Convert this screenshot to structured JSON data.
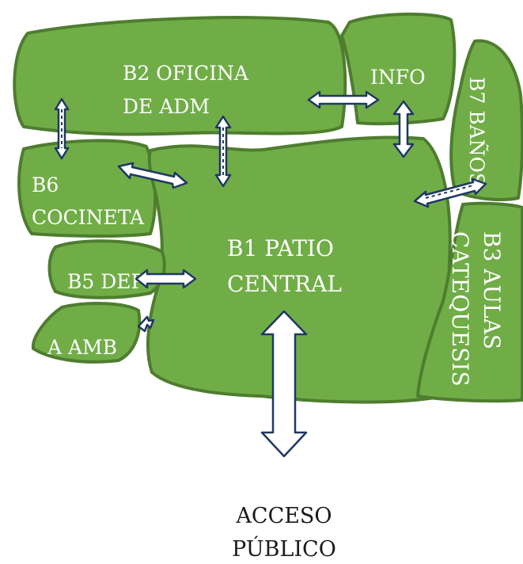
{
  "blocks": {
    "b2": {
      "line1": "B2 OFICINA",
      "line2": "DE ADM"
    },
    "info": {
      "label": "INFO"
    },
    "b7": {
      "label": "B7 BAÑOS"
    },
    "b6": {
      "line1": "B6",
      "line2": "COCINETA"
    },
    "b1": {
      "line1": "B1 PATIO",
      "line2": "CENTRAL"
    },
    "b5": {
      "label": "B5 DEP"
    },
    "b4": {
      "label": "A AMB"
    },
    "b3": {
      "line1": "B3 AULAS",
      "line2": "CATEQUESIS"
    }
  },
  "access": {
    "line1": "ACCESO",
    "line2": "PÚBLICO"
  },
  "colors": {
    "block_fill": "#70ad47",
    "block_stroke": "#4e7d2f",
    "arrow_stroke": "#1f3864"
  }
}
